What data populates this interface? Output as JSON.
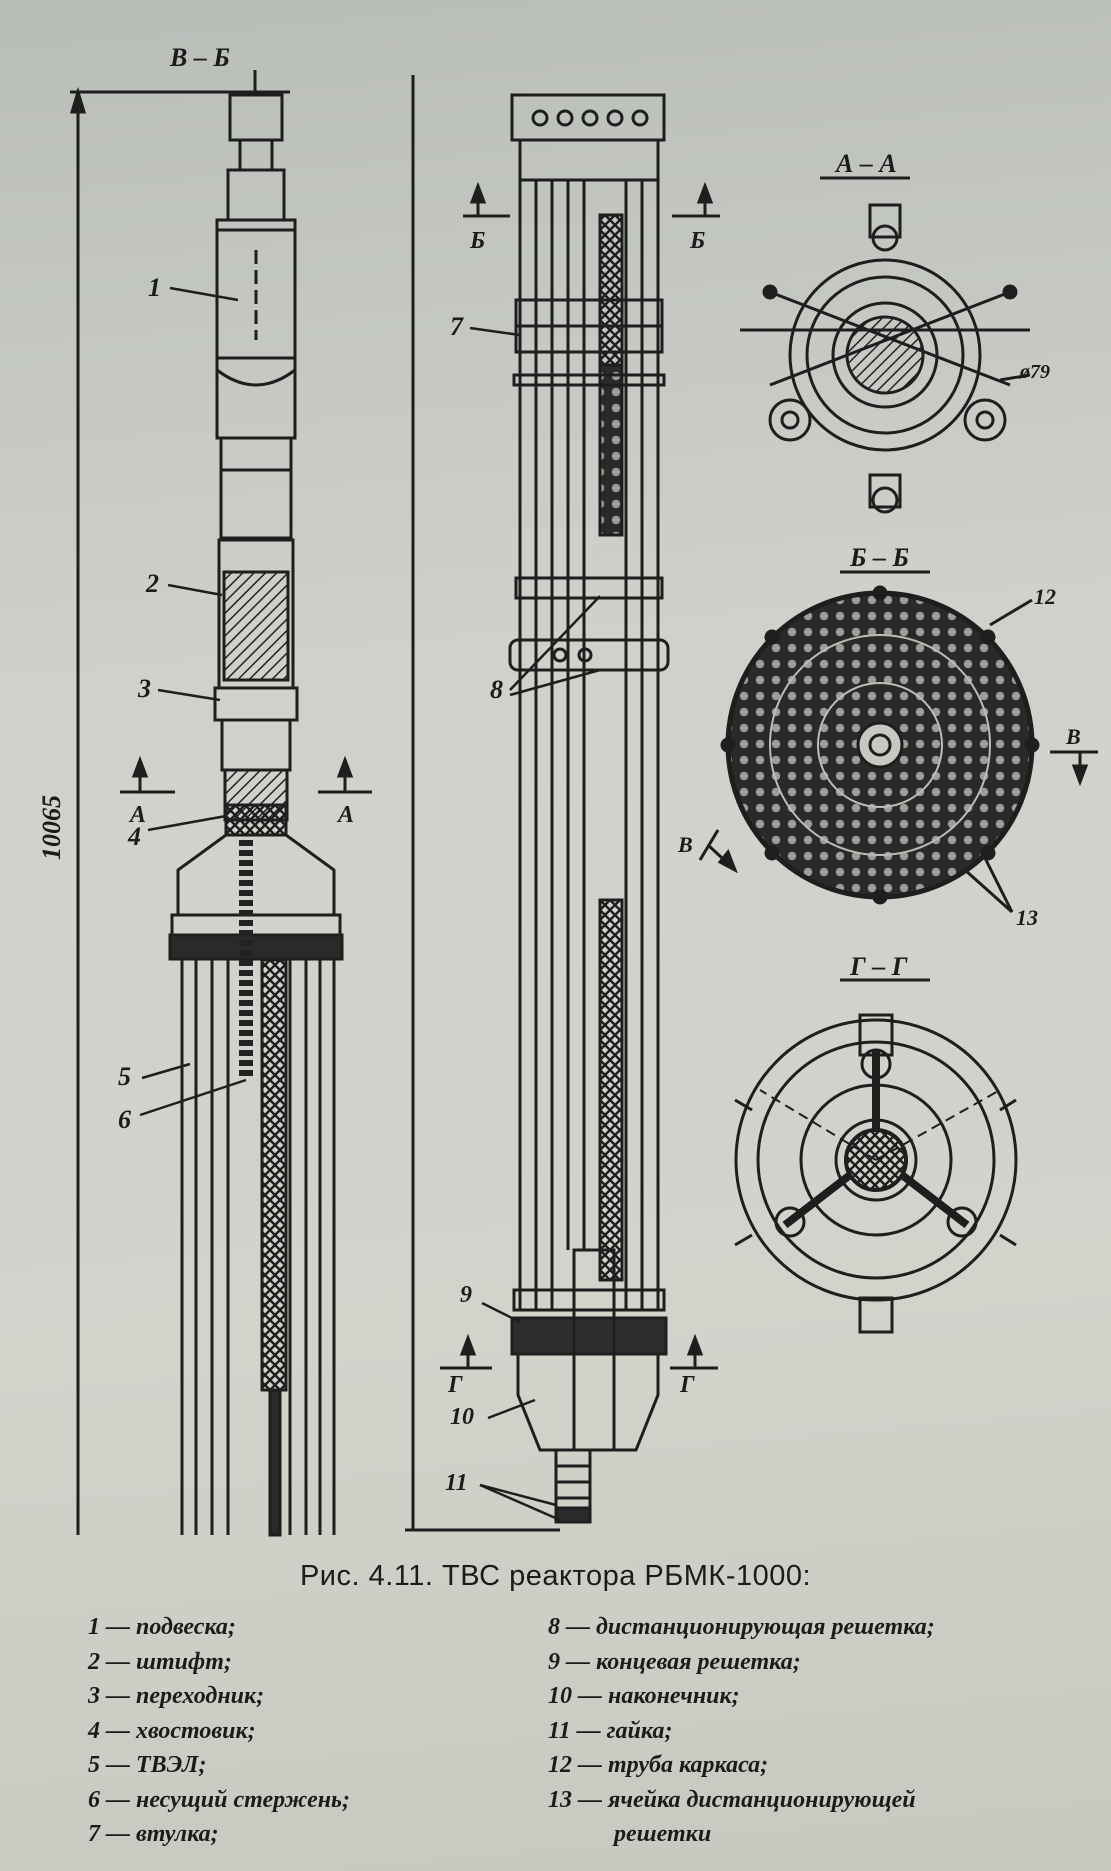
{
  "figure": {
    "dimension": "10065",
    "phi": "ø79",
    "section_labels": [
      "В – Б",
      "Б",
      "Б",
      "А",
      "А",
      "А – А",
      "Б – Б",
      "Г – Г",
      "В",
      "В",
      "Г",
      "Г"
    ],
    "callouts": [
      "1",
      "2",
      "3",
      "4",
      "5",
      "6",
      "7",
      "8",
      "9",
      "10",
      "11",
      "12",
      "13"
    ]
  },
  "caption": "Рис. 4.11. ТВС реактора РБМК-1000:",
  "legend_left": [
    "1 — подвеска;",
    "2 — штифт;",
    "3 — переходник;",
    "4 — хвостовик;",
    "5 — ТВЭЛ;",
    "6 — несущий стержень;",
    "7 — втулка;"
  ],
  "legend_right": [
    "8 — дистанционирующая решетка;",
    "9 — концевая решетка;",
    "10 — наконечник;",
    "11 — гайка;",
    "12 — труба каркаса;",
    "13 — ячейка дистанционирующей"
  ],
  "legend_right_cont": "решетки"
}
